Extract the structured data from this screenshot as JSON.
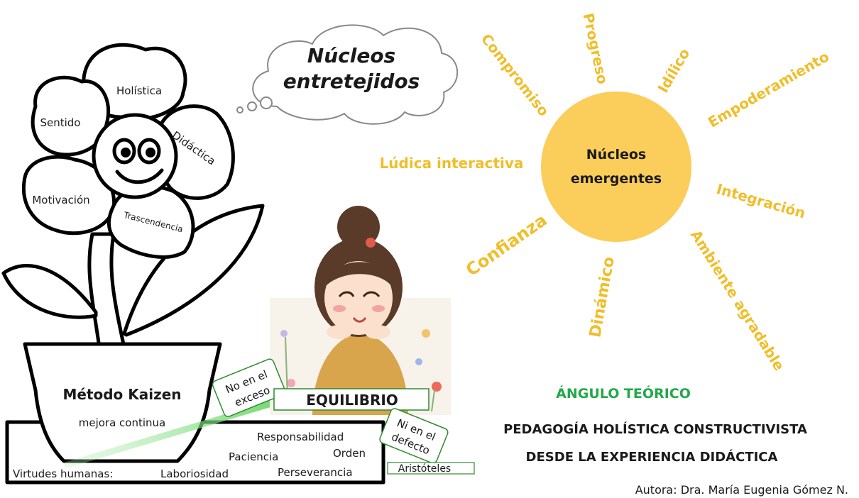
{
  "cloud": {
    "line1": "Núcleos",
    "line2": "entretejidos"
  },
  "flower": {
    "petals": {
      "holistica": "Holística",
      "sentido": "Sentido",
      "didactica": "Didáctica",
      "motivacion": "Motivación",
      "trascendencia": "Trascendencia"
    }
  },
  "pot": {
    "title": "Método Kaizen",
    "subtitle": "mejora continua"
  },
  "virtues": {
    "label": "Virtudes humanas:",
    "items": {
      "laboriosidad": "Laboriosidad",
      "paciencia": "Paciencia",
      "orden": "Orden",
      "responsabilidad": "Responsabilidad",
      "perseverancia": "Perseverancia"
    }
  },
  "balance": {
    "equilibrio": "EQUILIBRIO",
    "no_exceso": {
      "line1": "No en el",
      "line2": "exceso"
    },
    "ni_defecto": {
      "line1": "Ni en el",
      "line2": "defecto"
    },
    "aristoteles": "Aristóteles"
  },
  "sun": {
    "center": {
      "line1": "Núcleos",
      "line2": "emergentes"
    },
    "rays": {
      "compromiso": "Compromiso",
      "progreso": "Progreso",
      "idilico": "Idílico",
      "empoderamiento": "Empoderamiento",
      "ludica": "Lúdica interactiva",
      "integracion": "Integración",
      "confianza": "Confianza",
      "dinamico": "Dinámico",
      "ambiente": "Ambiente agradable"
    }
  },
  "angle": {
    "title": "ÁNGULO TEÓRICO",
    "line1": "PEDAGOGÍA HOLÍSTICA CONSTRUCTIVISTA",
    "line2": "DESDE LA EXPERIENCIA DIDÁCTICA"
  },
  "author": "Autora: Dra. María Eugenia Gómez N.",
  "colors": {
    "sun": "#fbcd5a",
    "rays_text": "#f0be2a",
    "angle_title": "#22a84a",
    "arrow": "#7fe07f"
  }
}
